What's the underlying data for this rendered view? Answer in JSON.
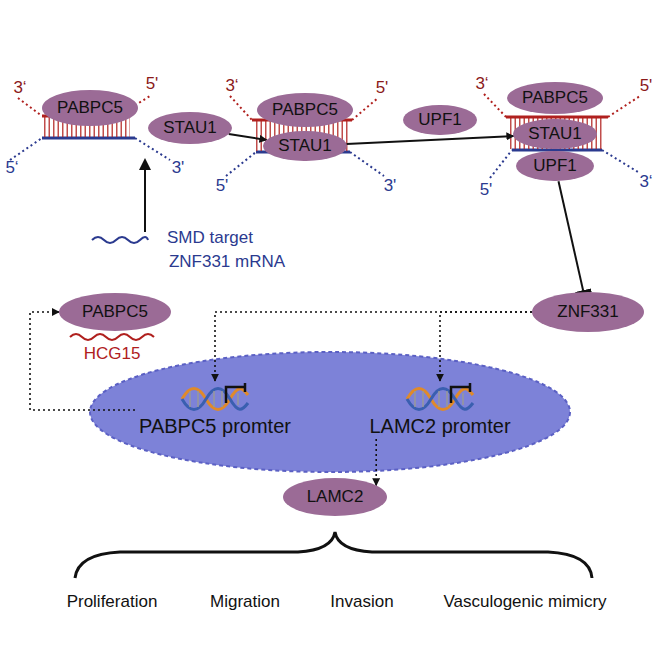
{
  "diagram": {
    "nodes": [
      {
        "text": [
          "PABPC5"
        ]
      },
      {
        "text": [
          "STAU1"
        ]
      },
      {
        "text": [
          "PABPC5"
        ]
      },
      {
        "text": [
          "STAU1"
        ]
      },
      {
        "text": [
          "UPF1"
        ]
      },
      {
        "text": [
          "PABPC5"
        ]
      },
      {
        "text": [
          "STAU1"
        ]
      },
      {
        "text": [
          "UPF1"
        ]
      },
      {
        "text": [
          "ZNF331"
        ]
      },
      {
        "text": [
          "PABPC5"
        ]
      },
      {
        "text": [
          "PABPC5 promter"
        ]
      },
      {
        "text": [
          "LAMC2 promter"
        ]
      },
      {
        "text": [
          "LAMC2"
        ]
      }
    ],
    "edges": [
      {
        "from": 1,
        "to": 3,
        "arrow": "to"
      },
      {
        "from": 3,
        "to": 6,
        "arrow": "to"
      },
      {
        "from": 7,
        "to": 8,
        "arrow": "to"
      },
      {
        "from": 8,
        "to": 10,
        "arrow": "to"
      },
      {
        "from": 8,
        "to": 11,
        "arrow": "to"
      },
      {
        "from": 10,
        "to": 9,
        "arrow": "to"
      },
      {
        "from": 11,
        "to": 12,
        "arrow": "to"
      }
    ],
    "labels": [
      "3‘",
      "5'",
      "5‘",
      "3'",
      "3‘",
      "5'",
      "5'",
      "3'",
      "3‘",
      "5'",
      "5'",
      "3‘",
      "SMD target",
      "ZNF331 mRNA",
      "HCG15",
      "Proliferation",
      "Migration",
      "Invasion",
      "Vasculogenic mimicry"
    ]
  }
}
